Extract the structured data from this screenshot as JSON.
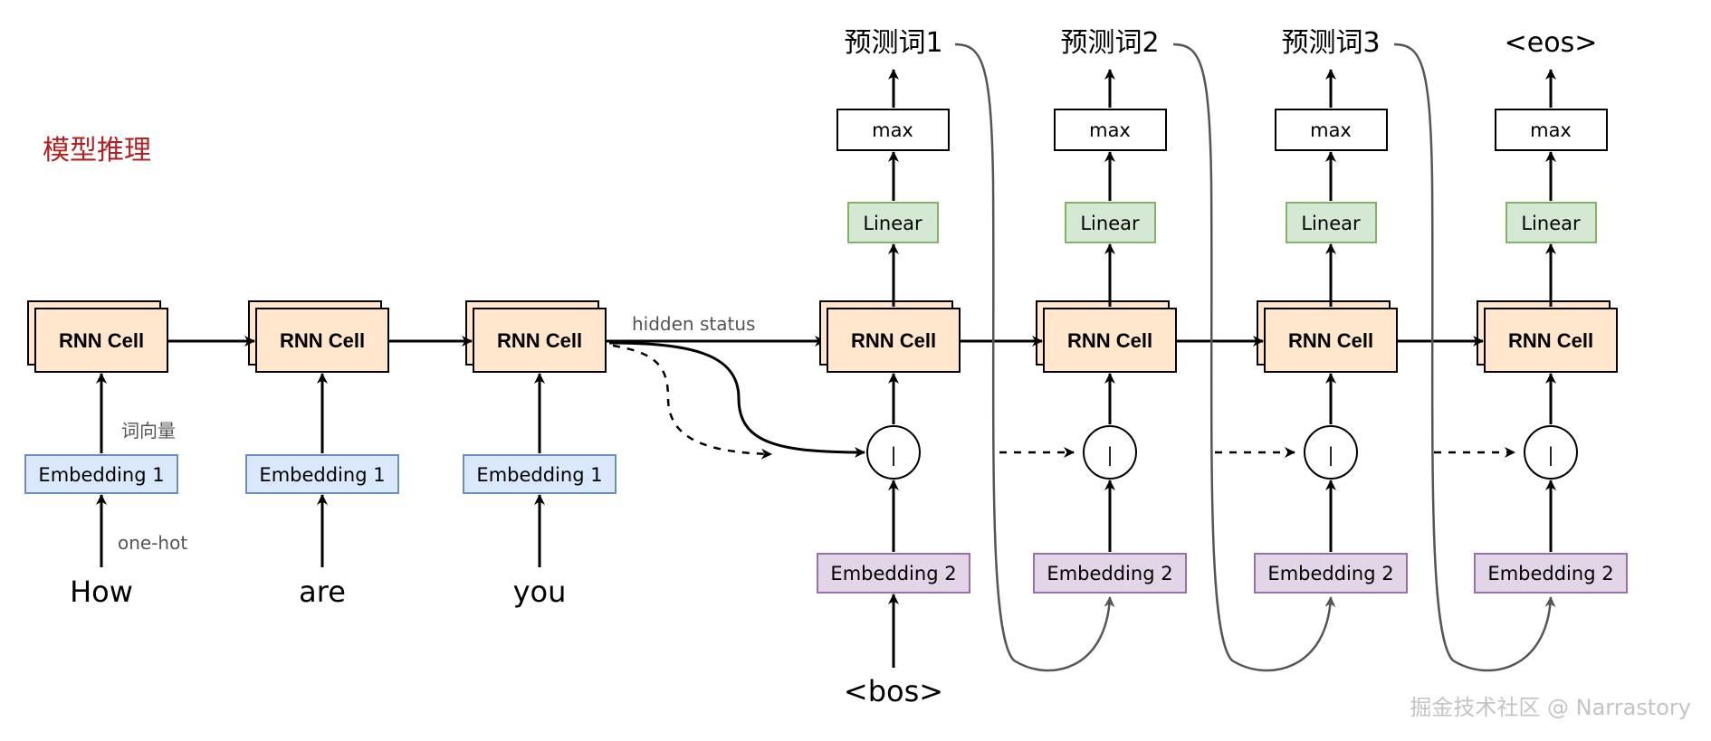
{
  "title": "模型推理",
  "encoder": {
    "words": [
      "How",
      "are",
      "you"
    ],
    "rnn_label": "RNN Cell",
    "embedding_label": "Embedding 1",
    "note_vector": "词向量",
    "note_onehot": "one-hot"
  },
  "hidden_label": "hidden status",
  "decoder": {
    "rnn_label": "RNN Cell",
    "linear_label": "Linear",
    "max_label": "max",
    "concat_symbol": "|",
    "embedding_label": "Embedding 2",
    "start_token": "<bos>",
    "outputs": [
      "预测词1",
      "预测词2",
      "预测词3",
      "<eos>"
    ]
  },
  "watermark": "掘金技术社区 @ Narrastory",
  "colors": {
    "rnn_fill": "#ffe6cc",
    "rnn_stroke": "#000000",
    "emb1_fill": "#dae8fc",
    "emb1_stroke": "#6c8ebf",
    "linear_fill": "#d5e8d4",
    "linear_stroke": "#82b366",
    "emb2_fill": "#e1d5e7",
    "emb2_stroke": "#9673a6",
    "title": "#b22222"
  }
}
